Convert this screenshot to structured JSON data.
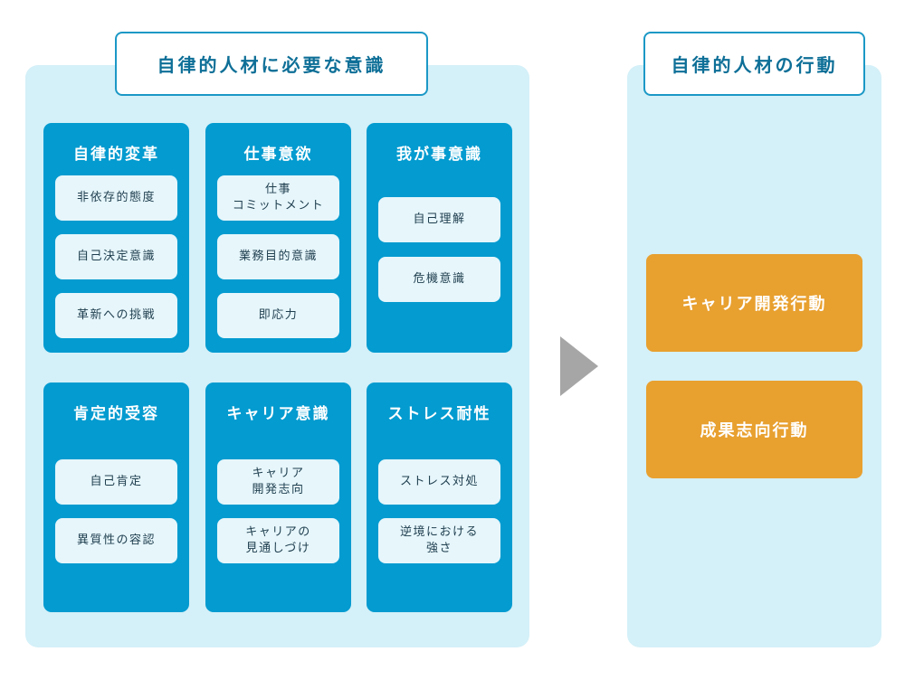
{
  "left_title": "自律的人材に必要な意識",
  "right_title": "自律的人材の行動",
  "cards": [
    {
      "title": "自律的変革",
      "items": [
        "非依存的態度",
        "自己決定意識",
        "革新への挑戦"
      ]
    },
    {
      "title": "仕事意欲",
      "items": [
        "仕事\nコミットメント",
        "業務目的意識",
        "即応力"
      ]
    },
    {
      "title": "我が事意識",
      "items": [
        "自己理解",
        "危機意識"
      ]
    },
    {
      "title": "肯定的受容",
      "items": [
        "自己肯定",
        "異質性の容認"
      ]
    },
    {
      "title": "キャリア意識",
      "items": [
        "キャリア\n開発志向",
        "キャリアの\n見通しづけ"
      ]
    },
    {
      "title": "ストレス耐性",
      "items": [
        "ストレス対処",
        "逆境における\n強さ"
      ]
    }
  ],
  "actions": [
    "キャリア開発行動",
    "成果志向行動"
  ],
  "colors": {
    "panel_bg": "#d4f0f8",
    "card_bg": "#039bd0",
    "pill_bg": "#e6f6fb",
    "action_bg": "#e8a02f",
    "title_border": "#1b98c6",
    "arrow": "#a6a6a6"
  }
}
